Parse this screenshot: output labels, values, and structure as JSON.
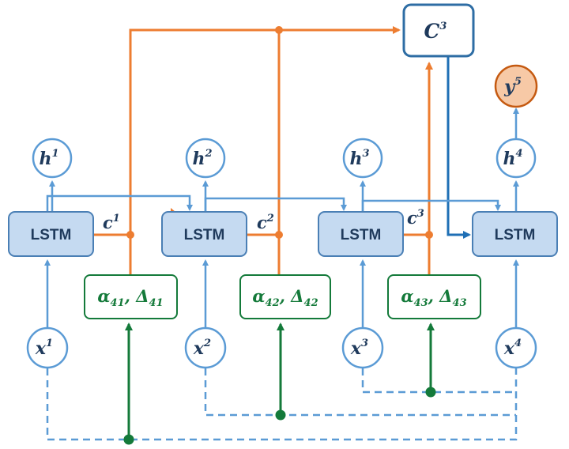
{
  "colors": {
    "lstm_fill": "#c5daf1",
    "lstm_stroke": "#4a7fb5",
    "light_blue": "#5b9bd5",
    "dark_blue": "#1f6fb5",
    "orange": "#ed7d31",
    "green": "#147a3a",
    "output_fill": "#f7c9a6",
    "output_stroke": "#c55a11",
    "text_navy": "#1f3a5c"
  },
  "lstm_cells": [
    {
      "label": "LSTM"
    },
    {
      "label": "LSTM"
    },
    {
      "label": "LSTM"
    },
    {
      "label": "LSTM"
    }
  ],
  "inputs": [
    {
      "base": "x",
      "sup": "1"
    },
    {
      "base": "x",
      "sup": "2"
    },
    {
      "base": "x",
      "sup": "3"
    },
    {
      "base": "x",
      "sup": "4"
    }
  ],
  "hidden": [
    {
      "base": "h",
      "sup": "1"
    },
    {
      "base": "h",
      "sup": "2"
    },
    {
      "base": "h",
      "sup": "3"
    },
    {
      "base": "h",
      "sup": "4"
    }
  ],
  "cell_states": [
    {
      "base": "c",
      "sup": "1"
    },
    {
      "base": "c",
      "sup": "2"
    },
    {
      "base": "c",
      "sup": "3"
    }
  ],
  "attention": [
    {
      "alpha": "α",
      "alpha_sub": "41",
      "sep": ", ",
      "delta": "Δ",
      "delta_sub": "41"
    },
    {
      "alpha": "α",
      "alpha_sub": "42",
      "sep": ", ",
      "delta": "Δ",
      "delta_sub": "42"
    },
    {
      "alpha": "α",
      "alpha_sub": "43",
      "sep": ", ",
      "delta": "Δ",
      "delta_sub": "43"
    }
  ],
  "context": {
    "base": "C",
    "sup": "3"
  },
  "output": {
    "base": "y",
    "sup": "5"
  }
}
